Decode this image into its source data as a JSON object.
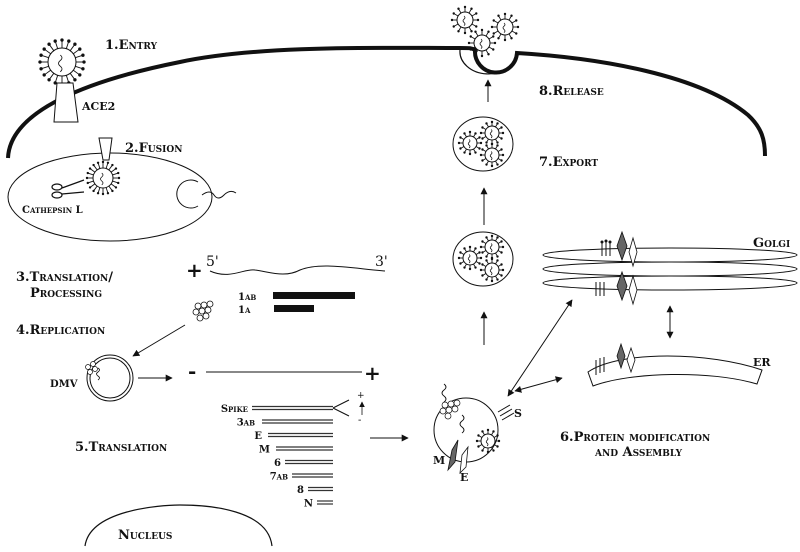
{
  "title": "SARS-CoV-2 life cycle",
  "colors": {
    "ink": "#111111",
    "dark_protein": "#6b6b6b",
    "background": "#ffffff"
  },
  "steps": {
    "entry": "1.Entry",
    "fusion": "2.Fusion",
    "translation_processing_1": "3.Translation/",
    "translation_processing_2": "Processing",
    "replication": "4.Replication",
    "translation": "5.Translation",
    "protein_mod_1": "6.Protein modification",
    "protein_mod_2": "and Assembly",
    "export": "7.Export",
    "release": "8.Release"
  },
  "labels": {
    "ace2": "ACE2",
    "cathepsin": "Cathepsin L",
    "dmv": "DMV",
    "golgi": "Golgi",
    "er": "ER",
    "nucleus": "Nucleus",
    "s": "S",
    "m": "M",
    "e": "E"
  },
  "genome": {
    "plus": "+",
    "five_prime": "5'",
    "three_prime": "3'",
    "orf1ab": "1ab",
    "orf1a": "1a",
    "minus_strand_minus": "-",
    "minus_strand_plus": "+",
    "subgenomic_plus": "+",
    "subgenomic_minus": "-"
  },
  "subgenomic_rnas": [
    {
      "label": "Spike"
    },
    {
      "label": "3ab"
    },
    {
      "label": "E"
    },
    {
      "label": "M"
    },
    {
      "label": "6"
    },
    {
      "label": "7ab"
    },
    {
      "label": "8"
    },
    {
      "label": "N"
    }
  ]
}
